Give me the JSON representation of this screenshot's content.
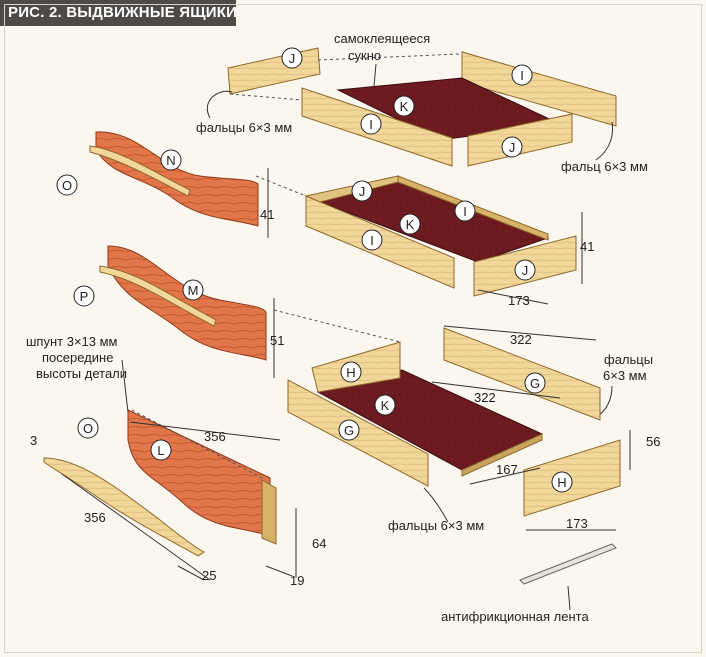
{
  "title": "РИС. 2. ВЫДВИЖНЫЕ ЯЩИКИ",
  "labels": {
    "felt": [
      "самоклеящееся",
      "сукно"
    ],
    "rabbets_left": "фальцы 6×3 мм",
    "rabbet_right": "фальц 6×3 мм",
    "groove": [
      "шпунт 3×13 мм",
      "посередине",
      "высоты детали"
    ],
    "rabbets_right": [
      "фальцы",
      "6×3 мм"
    ],
    "rabbets_bottom": "фальцы 6×3 мм",
    "tape": "антифрикционная лента"
  },
  "parts": {
    "G": "G",
    "H": "H",
    "I": "I",
    "J": "J",
    "K": "K",
    "L": "L",
    "M": "M",
    "N": "N",
    "O": "O",
    "P": "P"
  },
  "dimensions": {
    "d41a": "41",
    "d41b": "41",
    "d173a": "173",
    "d51": "51",
    "d322a": "322",
    "d322b": "322",
    "d356a": "356",
    "d356b": "356",
    "d3": "3",
    "d167": "167",
    "d56": "56",
    "d173b": "173",
    "d64": "64",
    "d25": "25",
    "d19": "19"
  },
  "colors": {
    "wood": "#f2d79a",
    "wood_dark": "#d9b26a",
    "wood_edge": "#b98a3e",
    "felt": "#6b1a1f",
    "front": "#e0764a",
    "front_dark": "#b8502c",
    "title_bg": "#4d4a48"
  }
}
